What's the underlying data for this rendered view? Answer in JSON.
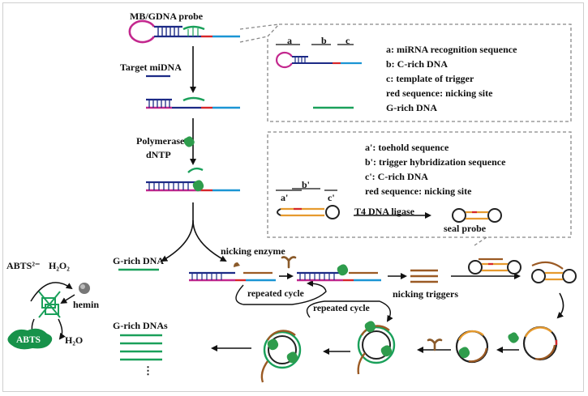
{
  "labels": {
    "probe_title": "MB/GDNA probe",
    "target": "Target miDNA",
    "polymerase": "Polymerase",
    "dntp": "dNTP",
    "nicking_enzyme": "nicking enzyme",
    "g_rich_dna": "G-rich DNA",
    "g_rich_dnas": "G-rich DNAs",
    "repeated_cycle_1": "repeated cycle",
    "repeated_cycle_2": "repeated cycle",
    "nicking_triggers": "nicking triggers",
    "hemin": "hemin",
    "abts2": "ABTS²⁻",
    "h2o2": "H₂O₂",
    "h2o": "H₂O",
    "abts": "ABTS",
    "t4_ligase": "T4 DNA ligase",
    "seal_probe": "seal probe",
    "dots": "⋮"
  },
  "legend_top": {
    "tag_a": "a",
    "tag_b": "b",
    "tag_c": "c",
    "lines": [
      "a: miRNA recognition sequence",
      "b: C-rich DNA",
      "c: template of trigger",
      "red sequence: nicking site",
      "G-rich DNA"
    ]
  },
  "legend_mid": {
    "tag_b": "b'",
    "tag_a": "a'",
    "tag_c": "c'",
    "lines": [
      "a': toehold sequence",
      "b': trigger hybridization sequence",
      "c': C-rich DNA",
      "red sequence: nicking site"
    ]
  },
  "colors": {
    "magenta": "#c3288e",
    "navy": "#1c2a86",
    "cyan": "#1b95d4",
    "green": "#1aa05a",
    "red": "#d6262a",
    "brown": "#9b5a24",
    "orange": "#e69a2e",
    "dark": "#222222"
  }
}
